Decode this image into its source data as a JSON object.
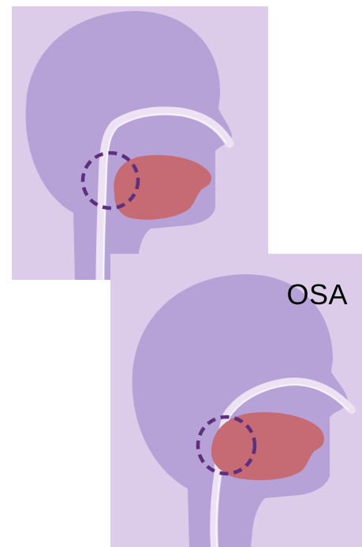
{
  "labels": {
    "osa": "OSA"
  },
  "colors": {
    "panel_background": "#dccbe9",
    "head": "#b6a2d6",
    "tongue": "#c66a73",
    "airway": "#ece2f4",
    "airway_edge": "#f7f2fb",
    "marker": "#5d2f7e"
  },
  "panels": [
    {
      "name": "normal-airway",
      "airway_state": "open"
    },
    {
      "name": "osa-airway",
      "airway_state": "collapsed"
    }
  ]
}
